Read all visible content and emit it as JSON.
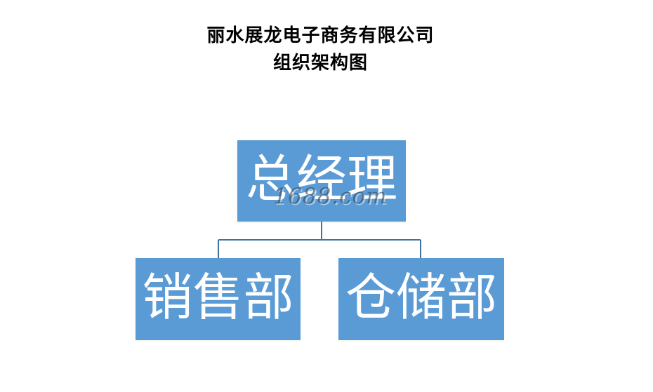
{
  "title": {
    "line1": "丽水展龙电子商务有限公司",
    "line2": "组织架构图"
  },
  "org_chart": {
    "root": {
      "label": "总经理"
    },
    "children": [
      {
        "label": "销售部"
      },
      {
        "label": "仓储部"
      }
    ]
  },
  "watermark": "1688.com",
  "colors": {
    "node_fill": "#5b9bd5",
    "node_text": "#ffffff",
    "connector": "#41719c",
    "title_text": "#000000",
    "background": "#ffffff"
  }
}
